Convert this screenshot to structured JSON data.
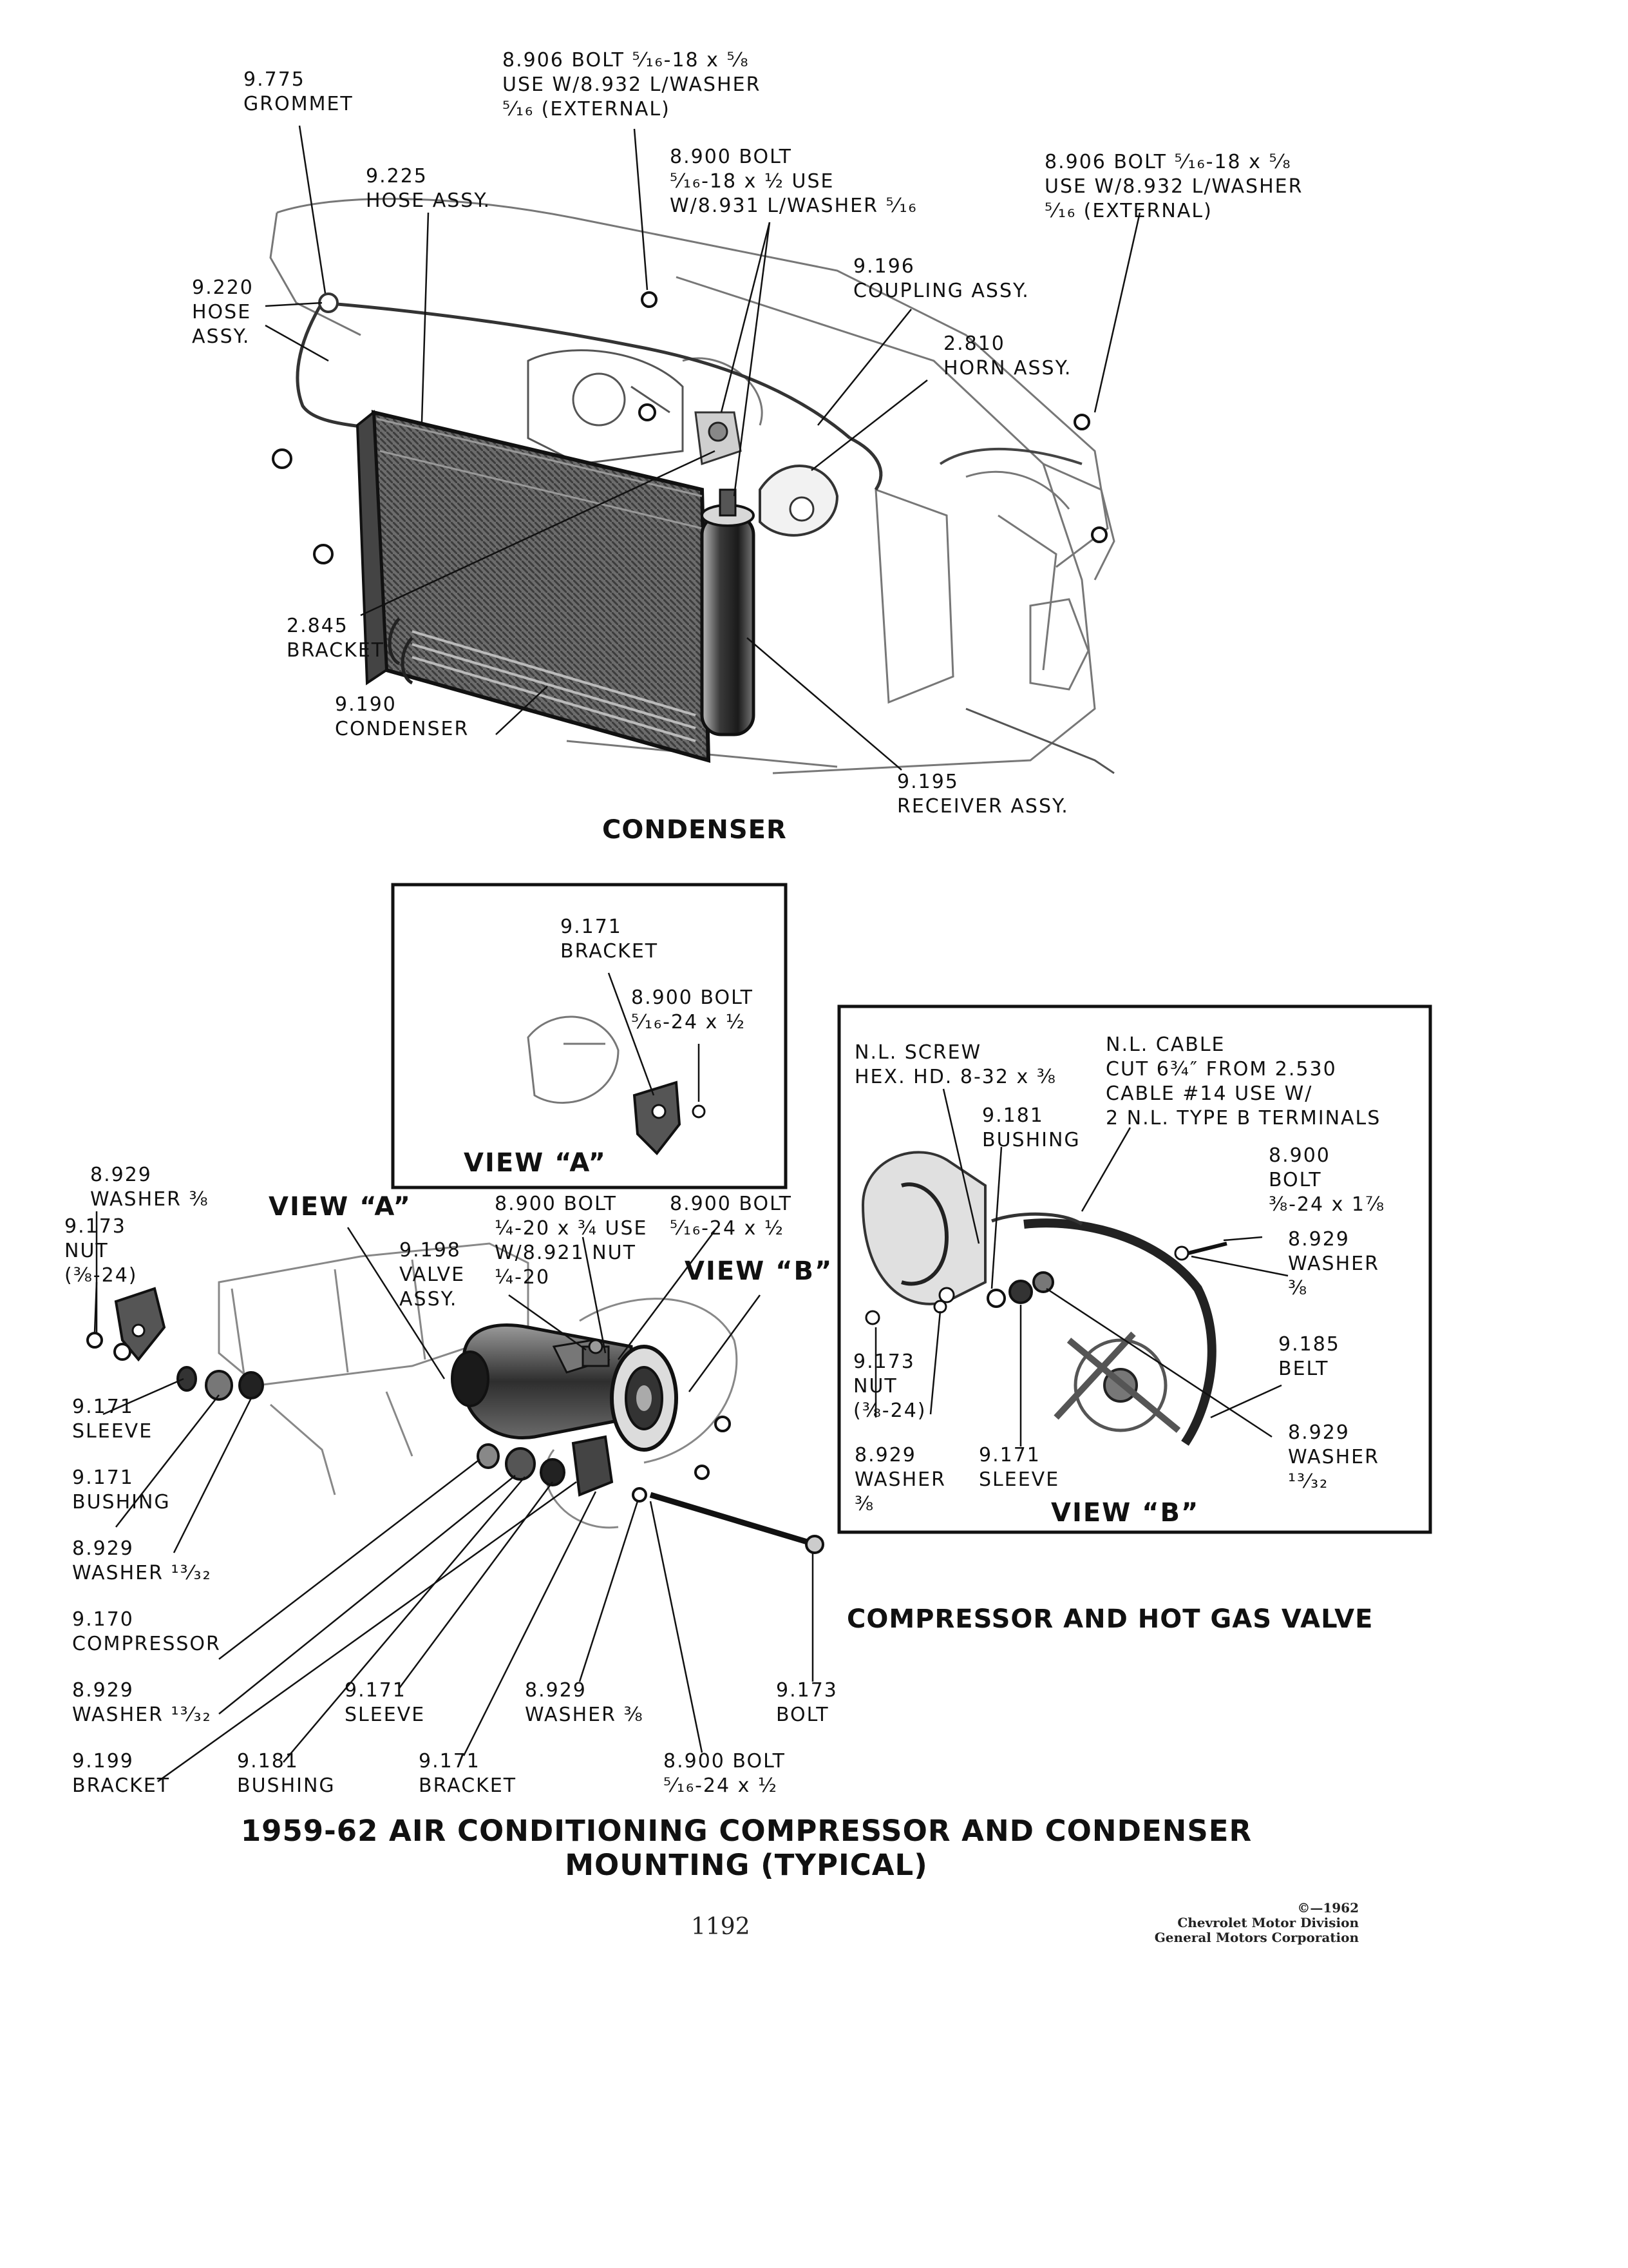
{
  "sections": {
    "condenser": "CONDENSER",
    "compressor": "COMPRESSOR AND HOT GAS VALVE"
  },
  "views": {
    "a_box": "VIEW “A”",
    "a_callout": "VIEW “A”",
    "b_callout": "VIEW “B”",
    "b_box": "VIEW “B”"
  },
  "labels": {
    "c_grommet": [
      "9.775",
      "GROMMET"
    ],
    "c_bolt_top": [
      "8.906 BOLT ⁵⁄₁₆-18 x ⁵⁄₈",
      "USE W/8.932 L/WASHER",
      "⁵⁄₁₆ (EXTERNAL)"
    ],
    "c_hose225": [
      "9.225",
      "HOSE ASSY."
    ],
    "c_bolt900": [
      "8.900 BOLT",
      "⁵⁄₁₆-18 x ½ USE",
      "W/8.931 L/WASHER ⁵⁄₁₆"
    ],
    "c_bolt_right": [
      "8.906 BOLT ⁵⁄₁₆-18 x ⁵⁄₈",
      "USE W/8.932 L/WASHER",
      "⁵⁄₁₆ (EXTERNAL)"
    ],
    "c_coupling": [
      "9.196",
      "COUPLING ASSY."
    ],
    "c_hose220": [
      "9.220",
      "HOSE",
      "ASSY."
    ],
    "c_horn": [
      "2.810",
      "HORN ASSY."
    ],
    "c_bracket": [
      "2.845",
      "BRACKET"
    ],
    "c_condenser": [
      "9.190",
      "CONDENSER"
    ],
    "c_receiver": [
      "9.195",
      "RECEIVER ASSY."
    ],
    "a_bracket": [
      "9.171",
      "BRACKET"
    ],
    "a_bolt": [
      "8.900 BOLT",
      "⁵⁄₁₆-24 x ½"
    ],
    "b_screw": [
      "N.L. SCREW",
      "HEX. HD. 8-32 x ⅜"
    ],
    "b_cable": [
      "N.L. CABLE",
      "CUT 6¾″ FROM 2.530",
      "CABLE #14 USE W/",
      "2 N.L. TYPE B TERMINALS"
    ],
    "b_bushing": [
      "9.181",
      "BUSHING"
    ],
    "b_bolt": [
      "8.900",
      "BOLT",
      "⅜-24 x 1⅞"
    ],
    "b_washer_r": [
      "8.929",
      "WASHER",
      "⅜"
    ],
    "b_nut": [
      "9.173",
      "NUT",
      "(⅜-24)"
    ],
    "b_belt": [
      "9.185",
      "BELT"
    ],
    "b_washer_br": [
      "8.929",
      "WASHER",
      "¹³⁄₃₂"
    ],
    "b_washer_bl": [
      "8.929",
      "WASHER",
      "⅜"
    ],
    "b_sleeve": [
      "9.171",
      "SLEEVE"
    ],
    "m_washer": [
      "8.929",
      "WASHER ⅜"
    ],
    "m_nut": [
      "9.173",
      "NUT",
      "(⅜-24)"
    ],
    "m_bolt1": [
      "8.900 BOLT",
      "¼-20 x ¾ USE",
      "W/8.921 NUT",
      "¼-20"
    ],
    "m_bolt2": [
      "8.900 BOLT",
      "⁵⁄₁₆-24 x ½"
    ],
    "m_valve": [
      "9.198",
      "VALVE",
      "ASSY."
    ],
    "m_sleeve": [
      "9.171",
      "SLEEVE"
    ],
    "m_bushing": [
      "9.171",
      "BUSHING"
    ],
    "m_washer2": [
      "8.929",
      "WASHER ¹³⁄₃₂"
    ],
    "m_compressor": [
      "9.170",
      "COMPRESSOR"
    ],
    "m_washer3": [
      "8.929",
      "WASHER ¹³⁄₃₂"
    ],
    "m_sleeve2": [
      "9.171",
      "SLEEVE"
    ],
    "m_washer4": [
      "8.929",
      "WASHER ⅜"
    ],
    "m_bolt3": [
      "9.173",
      "BOLT"
    ],
    "m_bracket199": [
      "9.199",
      "BRACKET"
    ],
    "m_bushing181": [
      "9.181",
      "BUSHING"
    ],
    "m_bracket171": [
      "9.171",
      "BRACKET"
    ],
    "m_bolt4": [
      "8.900 BOLT",
      "⁵⁄₁₆-24 x ½"
    ]
  },
  "title": [
    "1959-62 AIR CONDITIONING COMPRESSOR AND CONDENSER",
    "MOUNTING (TYPICAL)"
  ],
  "page_number": "1192",
  "copyright": [
    "©—1962",
    "Chevrolet Motor Division",
    "General Motors Corporation"
  ]
}
